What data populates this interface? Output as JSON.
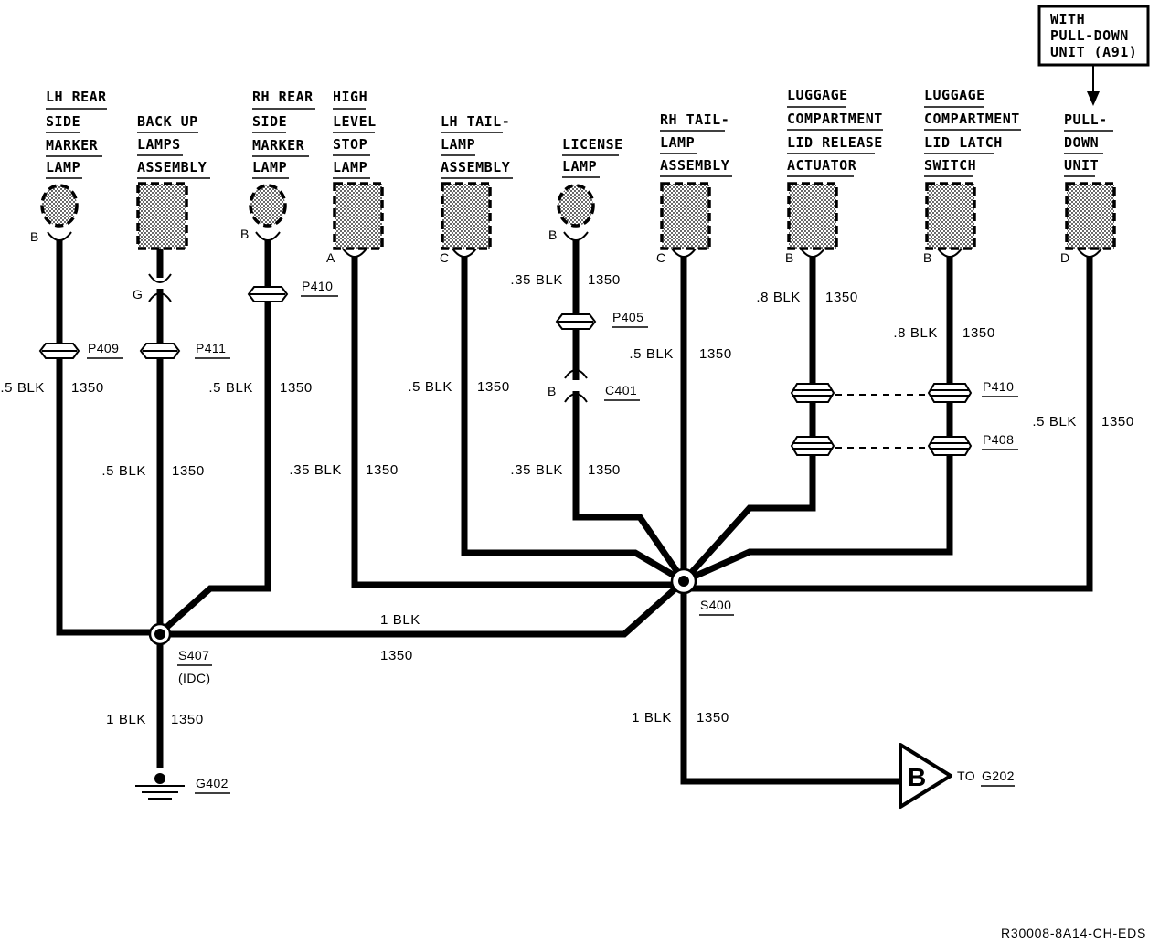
{
  "components": {
    "lh_rear_side_marker": [
      "LH REAR",
      "SIDE",
      "MARKER",
      "LAMP"
    ],
    "back_up_lamps": [
      "BACK UP",
      "LAMPS",
      "ASSEMBLY"
    ],
    "rh_rear_side_marker": [
      "RH REAR",
      "SIDE",
      "MARKER",
      "LAMP"
    ],
    "high_level_stop": [
      "HIGH",
      "LEVEL",
      "STOP",
      "LAMP"
    ],
    "lh_tail_lamp": [
      "LH TAIL-",
      "LAMP",
      "ASSEMBLY"
    ],
    "license_lamp": [
      "LICENSE",
      "LAMP"
    ],
    "rh_tail_lamp": [
      "RH TAIL-",
      "LAMP",
      "ASSEMBLY"
    ],
    "luggage_release": [
      "LUGGAGE",
      "COMPARTMENT",
      "LID RELEASE",
      "ACTUATOR"
    ],
    "luggage_latch": [
      "LUGGAGE",
      "COMPARTMENT",
      "LID LATCH",
      "SWITCH"
    ],
    "pull_down_unit": [
      "PULL-",
      "DOWN",
      "UNIT"
    ]
  },
  "option_box": [
    "WITH",
    "PULL-DOWN",
    "UNIT (A91)"
  ],
  "pins": {
    "lh_rear_side_marker": "B",
    "back_up_g": "G",
    "rh_rear_side_marker": "B",
    "high_level_stop": "A",
    "lh_tail_lamp": "C",
    "license_lamp": "B",
    "c401_pin": "B",
    "rh_tail_lamp": "C",
    "luggage_release": "B",
    "luggage_latch": "B",
    "pull_down_unit": "D"
  },
  "connectors": {
    "p409": "P409",
    "p411": "P411",
    "p410_left": "P410",
    "p405": "P405",
    "c401": "C401",
    "p410_right": "P410",
    "p408": "P408"
  },
  "wires": {
    "lh_marker": [
      ".5 BLK",
      "1350"
    ],
    "back_up": [
      ".5 BLK",
      "1350"
    ],
    "rh_marker": [
      ".5 BLK",
      "1350"
    ],
    "high_stop": [
      ".35 BLK",
      "1350"
    ],
    "lh_tail": [
      ".5 BLK",
      "1350"
    ],
    "license_top": [
      ".35 BLK",
      "1350"
    ],
    "license_bottom": [
      ".35 BLK",
      "1350"
    ],
    "rh_tail": [
      ".5 BLK",
      "1350"
    ],
    "release": [
      ".8 BLK",
      "1350"
    ],
    "latch": [
      ".8 BLK",
      "1350"
    ],
    "pull_down": [
      ".5 BLK",
      "1350"
    ],
    "s407_s400": [
      "1 BLK",
      "1350"
    ],
    "s407_ground": [
      "1 BLK",
      "1350"
    ],
    "s400_g202": [
      "1 BLK",
      "1350"
    ]
  },
  "splices": {
    "s407": "S407",
    "s407_sub": "(IDC)",
    "s400": "S400"
  },
  "ground": "G402",
  "offpage": {
    "letter": "B",
    "to": "TO",
    "target": "G202"
  },
  "footer": "R30008-8A14-CH-EDS"
}
